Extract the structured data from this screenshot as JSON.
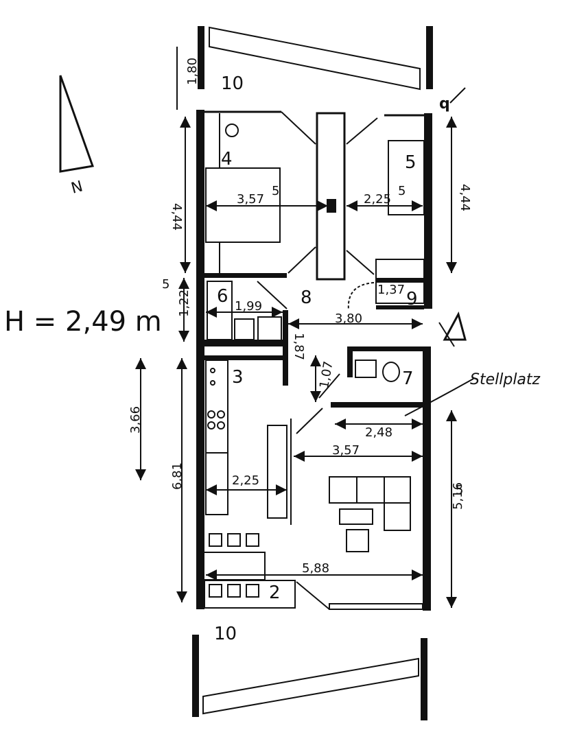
{
  "height_note": "H = 2,49 m",
  "north_label": "N",
  "rooms": {
    "r10_top": "10",
    "r4": "4",
    "r5": "5",
    "r6": "6",
    "r8": "8",
    "r9": "9",
    "r3": "3",
    "r7": "7",
    "r2": "2",
    "r10_bottom": "10"
  },
  "dimensions": {
    "d180": "1,80",
    "d444_left": "4,44",
    "d357_top": "3,57",
    "d357_top_sup": "5",
    "d225_top": "2,25",
    "d225_top_sup": "5",
    "d444_right": "4,44",
    "d122": "1,22",
    "d122_sup": "5",
    "d199": "1,99",
    "d380": "3,80",
    "d137": "1,37",
    "d187": "1,87",
    "d107": "1,07",
    "d366": "3,66",
    "d681": "6,81",
    "d248": "2,48",
    "d357_mid": "3,57",
    "d225_mid": "2,25",
    "d516": "5,16",
    "d516_sup": "5",
    "d588": "5,88"
  },
  "labels": {
    "stellplatz": "Stellplatz",
    "q_mark": "q"
  }
}
